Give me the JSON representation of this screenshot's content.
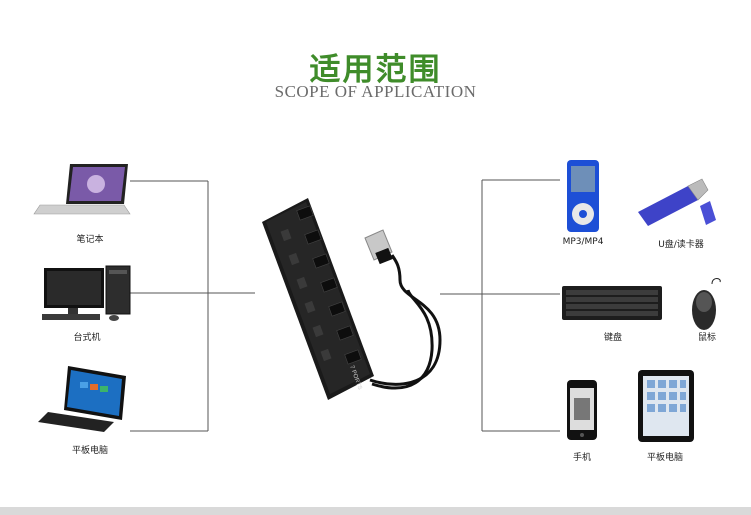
{
  "title_cn": "适用范围",
  "title_en": "SCOPE OF APPLICATION",
  "left_devices": [
    {
      "label": "笔记本"
    },
    {
      "label": "台式机"
    },
    {
      "label": "平板电脑"
    }
  ],
  "right_devices": [
    {
      "label": "MP3/MP4"
    },
    {
      "label": "U盘/读卡器"
    },
    {
      "label": "键盘"
    },
    {
      "label": "鼠标"
    },
    {
      "label": "手机"
    },
    {
      "label": "平板电脑"
    }
  ],
  "hub": {
    "port_label": "7 PORTS"
  }
}
